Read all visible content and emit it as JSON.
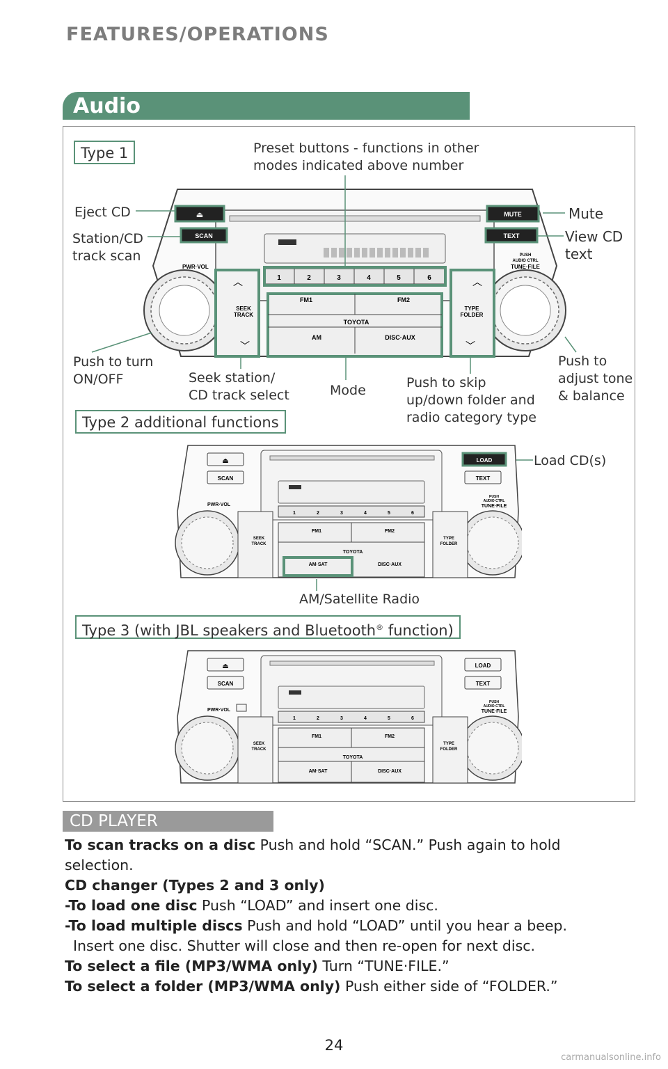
{
  "header": {
    "title": "FEATURES/OPERATIONS"
  },
  "section": {
    "title": "Audio"
  },
  "type1": {
    "tag": "Type 1",
    "callouts": {
      "preset": "Preset buttons - functions in other modes indicated above number",
      "preset_line1": "Preset buttons - functions in other",
      "preset_line2": "modes indicated above number",
      "eject": "Eject CD",
      "scan_line1": "Station/CD",
      "scan_line2": "track scan",
      "mute": "Mute",
      "text_line1": "View CD",
      "text_line2": "text",
      "power_line1": "Push to turn",
      "power_line2": "ON/OFF",
      "seek_line1": "Seek station/",
      "seek_line2": "CD track select",
      "mode": "Mode",
      "folder_line1": "Push to skip",
      "folder_line2": "up/down folder and",
      "folder_line3": "radio category type",
      "tone_line1": "Push to",
      "tone_line2": "adjust tone",
      "tone_line3": "& balance"
    }
  },
  "type2": {
    "tag": "Type 2 additional functions",
    "callouts": {
      "load": "Load CD(s)",
      "amsat": "AM/Satellite Radio"
    }
  },
  "type3": {
    "tag_pre": "Type 3 (with JBL speakers and Bluetooth",
    "tag_reg": "®",
    "tag_post": " function)"
  },
  "panel": {
    "brand": "TOYOTA",
    "scan": "SCAN",
    "mute": "MUTE",
    "text": "TEXT",
    "load": "LOAD",
    "pwr": "PWR·VOL",
    "seek_1": "SEEK",
    "seek_2": "TRACK",
    "type_1": "TYPE",
    "type_2": "FOLDER",
    "push_1": "PUSH",
    "push_2": "AUDIO CTRL",
    "push_3": "TUNE·FILE",
    "fm1": "FM1",
    "fm2": "FM2",
    "am": "AM",
    "amsat": "AM·SAT",
    "discaux": "DISC·AUX",
    "presets": [
      "1",
      "2",
      "3",
      "4",
      "5",
      "6"
    ]
  },
  "cd_player": {
    "title": "CD PLAYER",
    "lines": [
      {
        "bold": "To scan tracks on a disc",
        "text": " Push and hold “SCAN.” Push again to hold"
      },
      {
        "bold": "",
        "text": "selection."
      },
      {
        "bold": "CD changer (Types 2 and 3 only)",
        "text": ""
      },
      {
        "bold": "-To load one disc",
        "text": " Push “LOAD” and insert one disc."
      },
      {
        "bold": "-To load multiple discs",
        "text": " Push and hold “LOAD” until you hear a beep."
      },
      {
        "bold": "",
        "text": "Insert one disc. Shutter will close and then re-open for next disc."
      },
      {
        "bold": "To select a file (MP3/WMA only)",
        "text": " Turn “TUNE·FILE.”"
      },
      {
        "bold": "To select a folder (MP3/WMA only)",
        "text": " Push either side of “FOLDER.”"
      }
    ]
  },
  "page_number": "24",
  "footer": "carmanualsonline.info",
  "colors": {
    "accent": "#5a9278",
    "gray_bar": "#9a9a9a",
    "header": "#7d7d7d"
  }
}
